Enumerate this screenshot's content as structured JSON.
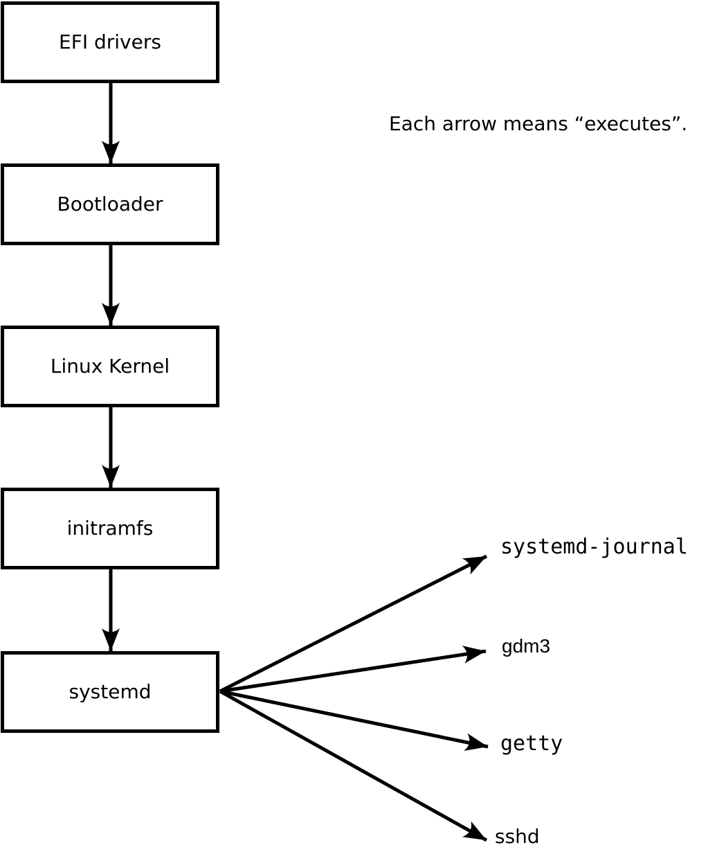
{
  "note": "Each arrow means “executes”.",
  "nodes": [
    {
      "label": "EFI drivers"
    },
    {
      "label": "Bootloader"
    },
    {
      "label": "Linux Kernel"
    },
    {
      "label": "initramfs"
    },
    {
      "label": "systemd"
    }
  ],
  "processes": [
    {
      "label": "systemd-journal"
    },
    {
      "label": "gdm3"
    },
    {
      "label": "getty"
    },
    {
      "label": "sshd"
    }
  ],
  "edges": [
    {
      "from": "EFI drivers",
      "to": "Bootloader",
      "meaning": "executes"
    },
    {
      "from": "Bootloader",
      "to": "Linux Kernel",
      "meaning": "executes"
    },
    {
      "from": "Linux Kernel",
      "to": "initramfs",
      "meaning": "executes"
    },
    {
      "from": "initramfs",
      "to": "systemd",
      "meaning": "executes"
    },
    {
      "from": "systemd",
      "to": "systemd-journal",
      "meaning": "executes"
    },
    {
      "from": "systemd",
      "to": "gdm3",
      "meaning": "executes"
    },
    {
      "from": "systemd",
      "to": "getty",
      "meaning": "executes"
    },
    {
      "from": "systemd",
      "to": "sshd",
      "meaning": "executes"
    }
  ],
  "colors": {
    "foreground": "#000000",
    "background": "#ffffff"
  }
}
